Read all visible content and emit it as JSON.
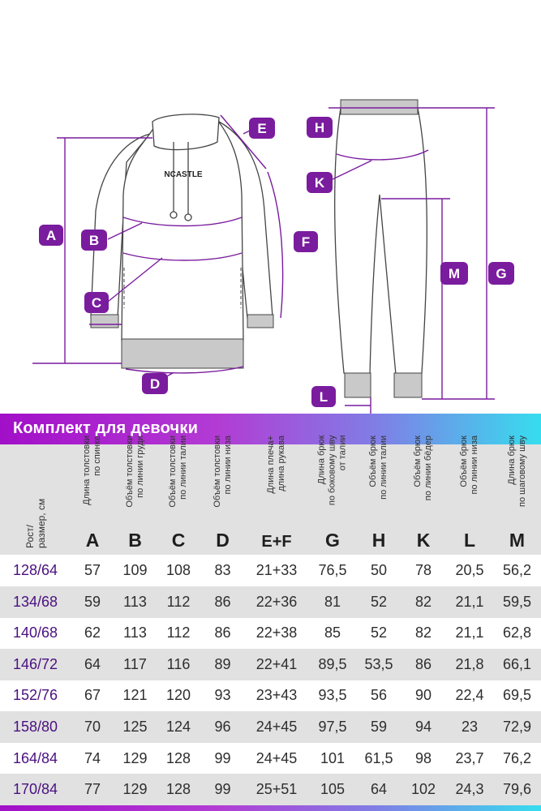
{
  "diagram": {
    "hoodie_print": "NCASTLE",
    "tags": {
      "A": "A",
      "B": "B",
      "C": "C",
      "D": "D",
      "E": "E",
      "F": "F",
      "G": "G",
      "H": "H",
      "K": "K",
      "L": "L",
      "M": "M"
    }
  },
  "banner": {
    "title": "Комплект для девочки"
  },
  "header": {
    "size_label": "Рост/\nразмер, см",
    "columns": [
      {
        "letter": "A",
        "desc": "Длина толстовки\nпо спинке"
      },
      {
        "letter": "B",
        "desc": "Объём толстовки\nпо линии груди"
      },
      {
        "letter": "C",
        "desc": "Объём толстовки\nпо линии талии"
      },
      {
        "letter": "D",
        "desc": "Объём толстовки\nпо линии низа"
      },
      {
        "letter": "E+F",
        "desc": "Длина плеча+\nдлина рукава"
      },
      {
        "letter": "G",
        "desc": "Длина брюк\nпо боковому шву\nот талии"
      },
      {
        "letter": "H",
        "desc": "Объём брюк\nпо линии талии"
      },
      {
        "letter": "K",
        "desc": "Объём брюк\nпо линии бёдер"
      },
      {
        "letter": "L",
        "desc": "Объём брюк\nпо линии низа"
      },
      {
        "letter": "M",
        "desc": "Длина брюк\nпо шаговому шву"
      }
    ]
  },
  "rows": [
    {
      "size": "128/64",
      "values": [
        "57",
        "109",
        "108",
        "83",
        "21+33",
        "76,5",
        "50",
        "78",
        "20,5",
        "56,2"
      ]
    },
    {
      "size": "134/68",
      "values": [
        "59",
        "113",
        "112",
        "86",
        "22+36",
        "81",
        "52",
        "82",
        "21,1",
        "59,5"
      ]
    },
    {
      "size": "140/68",
      "values": [
        "62",
        "113",
        "112",
        "86",
        "22+38",
        "85",
        "52",
        "82",
        "21,1",
        "62,8"
      ]
    },
    {
      "size": "146/72",
      "values": [
        "64",
        "117",
        "116",
        "89",
        "22+41",
        "89,5",
        "53,5",
        "86",
        "21,8",
        "66,1"
      ]
    },
    {
      "size": "152/76",
      "values": [
        "67",
        "121",
        "120",
        "93",
        "23+43",
        "93,5",
        "56",
        "90",
        "22,4",
        "69,5"
      ]
    },
    {
      "size": "158/80",
      "values": [
        "70",
        "125",
        "124",
        "96",
        "24+45",
        "97,5",
        "59",
        "94",
        "23",
        "72,9"
      ]
    },
    {
      "size": "164/84",
      "values": [
        "74",
        "129",
        "128",
        "99",
        "24+45",
        "101",
        "61,5",
        "98",
        "23,7",
        "76,2"
      ]
    },
    {
      "size": "170/84",
      "values": [
        "77",
        "129",
        "128",
        "99",
        "25+51",
        "105",
        "64",
        "102",
        "24,3",
        "79,6"
      ]
    }
  ],
  "colors": {
    "accent": "#7a1c9e",
    "banner_start": "#a20fc8",
    "banner_end": "#36ddee",
    "row_alt": "#e1e1e1",
    "size_text": "#4a1080"
  }
}
